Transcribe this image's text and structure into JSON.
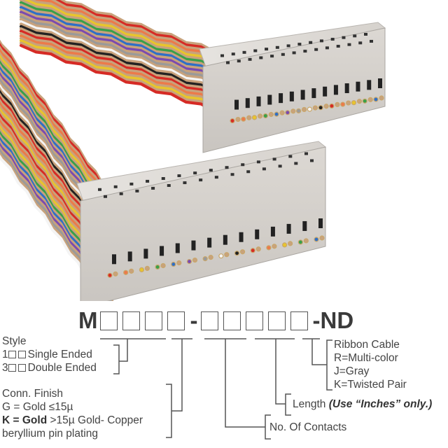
{
  "figure": {
    "description": "Flat ribbon cable assembly with two IDC socket connectors",
    "wire_colors": [
      "#c8a27c",
      "#d62b25",
      "#ec7a4a",
      "#e8c52c",
      "#38a04a",
      "#2f6fc7",
      "#7a4bb0",
      "#9a9a9a",
      "#f4f4f4",
      "#222222"
    ],
    "connector_color": "#d3cfca"
  },
  "part_number": {
    "prefix": "M",
    "group1_boxes": 4,
    "separator": "-",
    "group2_boxes": 5,
    "suffix": "-ND"
  },
  "legend": {
    "style": {
      "title": "Style",
      "options": [
        {
          "code": "1",
          "label": "Single Ended"
        },
        {
          "code": "3",
          "label": "Double Ended"
        }
      ]
    },
    "finish": {
      "title": "Conn. Finish",
      "line1": "G = Gold ≤15µ",
      "line2_bold": "K = Gold",
      "line2_rest": ">15µ Gold- Copper",
      "line3": "beryllium pin plating"
    },
    "contacts": {
      "label": "No. Of Contacts"
    },
    "length": {
      "label": "Length",
      "note": "(Use “Inches” only.)"
    },
    "cable": {
      "title": "Ribbon Cable",
      "options": [
        "R=Multi-color",
        "J=Gray",
        "K=Twisted Pair"
      ]
    }
  }
}
